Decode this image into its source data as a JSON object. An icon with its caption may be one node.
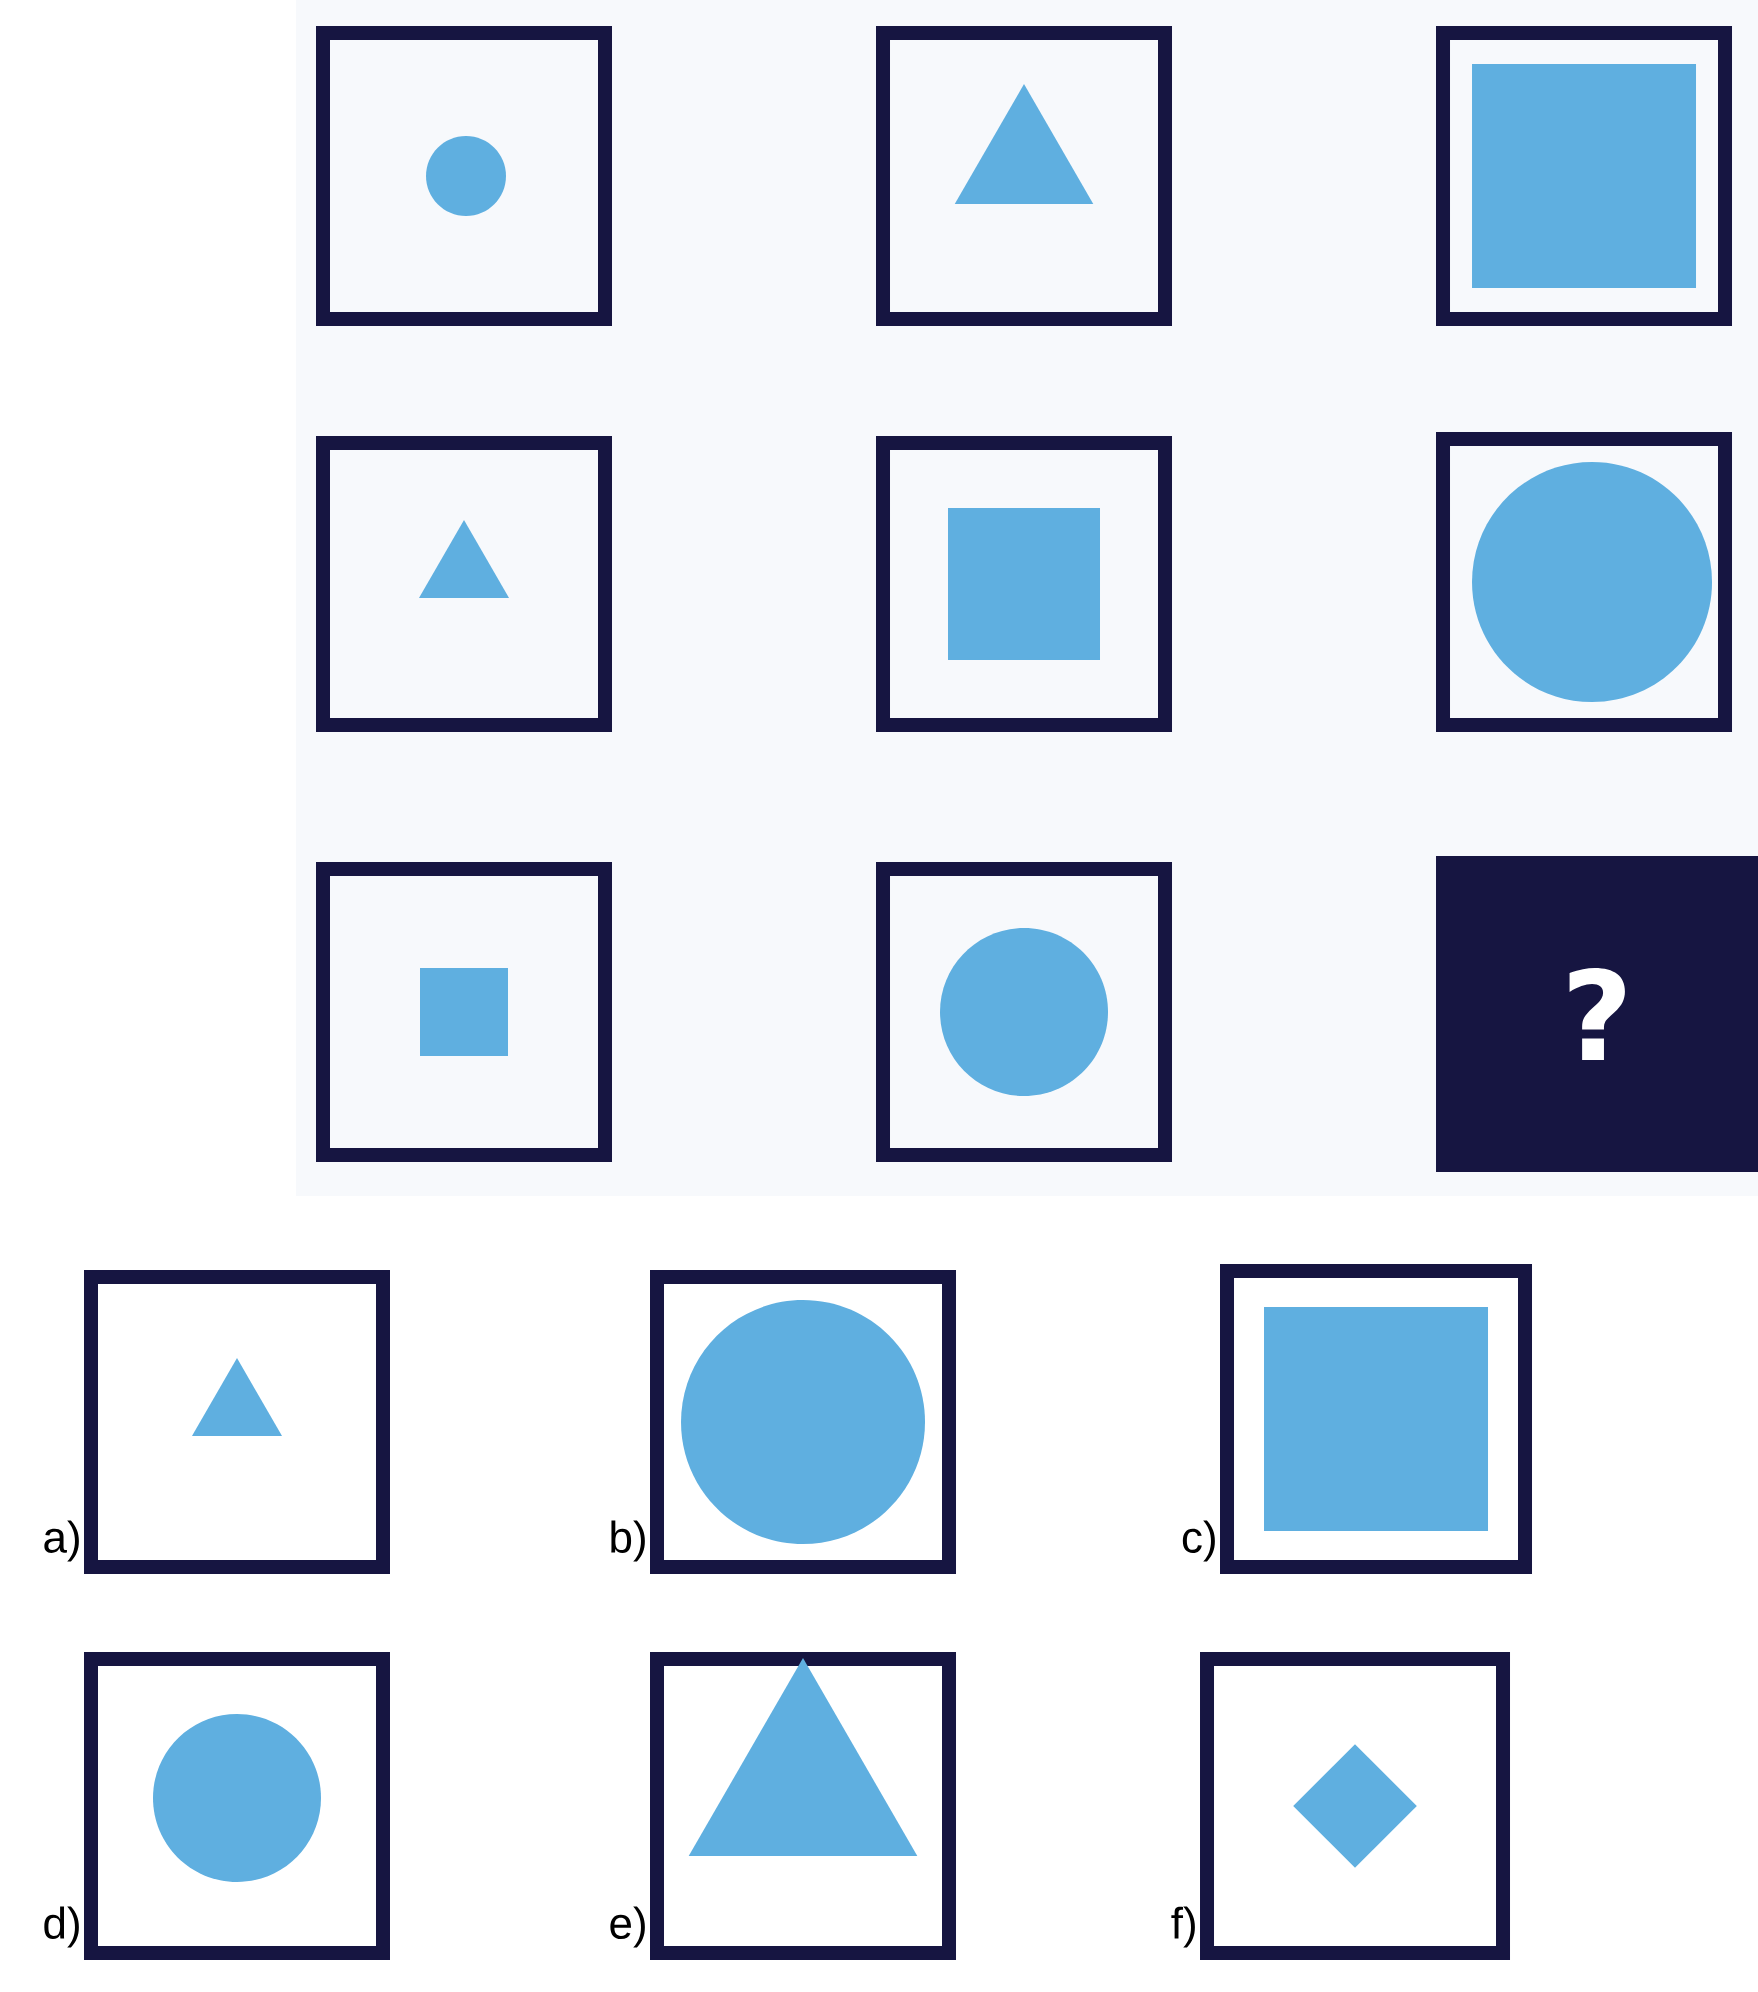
{
  "diagram": {
    "nodes": [
      {
        "text": [],
        "shape": "box"
      },
      {
        "text": [],
        "shape": "circle",
        "in": 0
      },
      {
        "text": [],
        "shape": "box"
      },
      {
        "text": [],
        "shape": "triangle",
        "in": 2
      },
      {
        "text": [],
        "shape": "box"
      },
      {
        "text": [],
        "shape": "box",
        "in": 4
      },
      {
        "text": [],
        "shape": "box"
      },
      {
        "text": [],
        "shape": "triangle",
        "in": 6
      },
      {
        "text": [],
        "shape": "box"
      },
      {
        "text": [],
        "shape": "box",
        "in": 8
      },
      {
        "text": [],
        "shape": "box"
      },
      {
        "text": [],
        "shape": "circle",
        "in": 10
      },
      {
        "text": [],
        "shape": "box"
      },
      {
        "text": [],
        "shape": "box",
        "in": 12
      },
      {
        "text": [],
        "shape": "box"
      },
      {
        "text": [],
        "shape": "circle",
        "in": 14
      },
      {
        "text": [
          "?"
        ]
      },
      {
        "text": [],
        "shape": "box",
        "beside": [
          "a)"
        ]
      },
      {
        "text": [],
        "shape": "triangle",
        "in": 17
      },
      {
        "text": [],
        "shape": "box",
        "beside": [
          "b)"
        ]
      },
      {
        "text": [],
        "shape": "circle",
        "in": 19
      },
      {
        "text": [],
        "shape": "box",
        "beside": [
          "c)"
        ]
      },
      {
        "text": [],
        "shape": "box",
        "in": 21
      },
      {
        "text": [],
        "shape": "box",
        "beside": [
          "d)"
        ]
      },
      {
        "text": [],
        "shape": "circle",
        "in": 23
      },
      {
        "text": [],
        "shape": "box",
        "beside": [
          "e)"
        ]
      },
      {
        "text": [],
        "shape": "triangle",
        "in": 25
      },
      {
        "text": [],
        "shape": "box",
        "beside": [
          "f)"
        ]
      },
      {
        "text": [],
        "shape": "diamond",
        "in": 27
      }
    ]
  }
}
